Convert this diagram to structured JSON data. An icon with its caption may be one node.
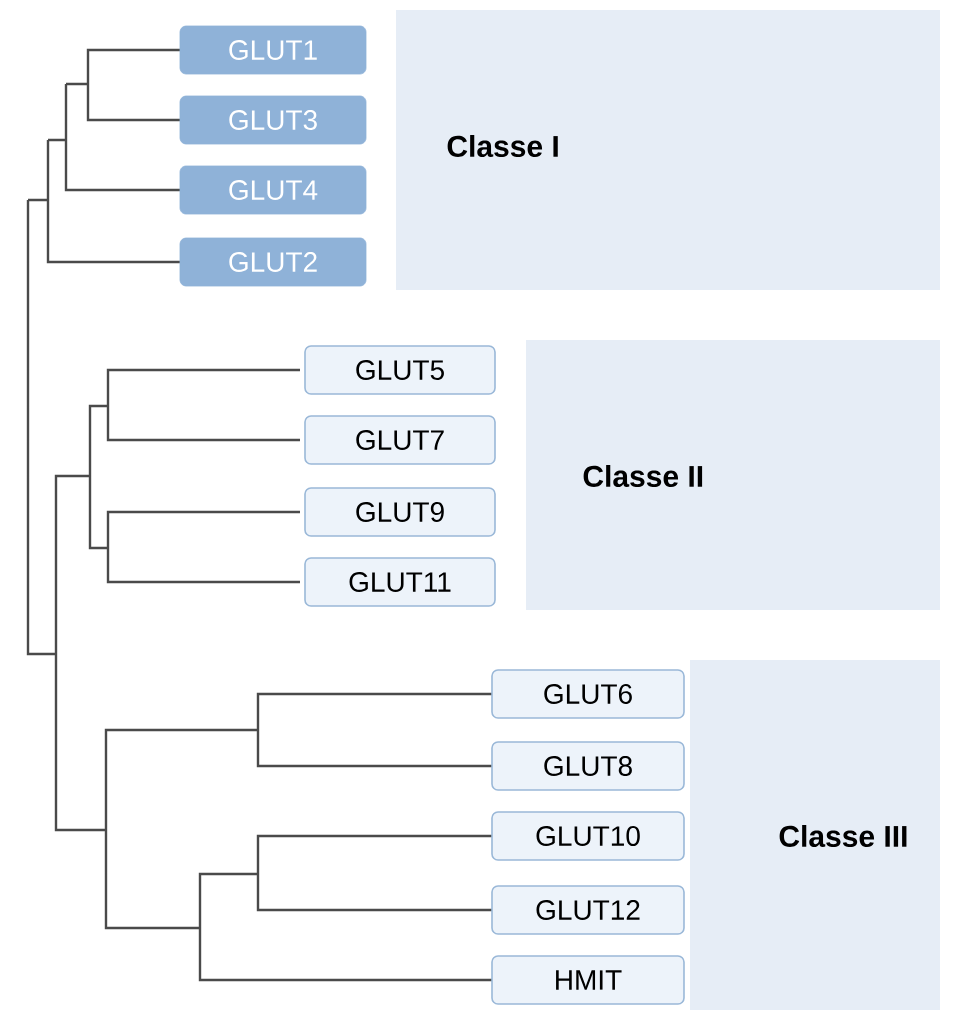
{
  "diagram": {
    "nodes": [
      {
        "text": [
          "GLUT1"
        ]
      },
      {
        "text": [
          "GLUT3"
        ]
      },
      {
        "text": [
          "GLUT4"
        ]
      },
      {
        "text": [
          "GLUT2"
        ]
      },
      {
        "text": [
          "Classe I"
        ]
      },
      {
        "text": [
          "GLUT5"
        ]
      },
      {
        "text": [
          "GLUT7"
        ]
      },
      {
        "text": [
          "GLUT9"
        ]
      },
      {
        "text": [
          "GLUT11"
        ]
      },
      {
        "text": [
          "Classe II"
        ]
      },
      {
        "text": [
          "GLUT6"
        ]
      },
      {
        "text": [
          "GLUT8"
        ]
      },
      {
        "text": [
          "GLUT10"
        ]
      },
      {
        "text": [
          "GLUT12"
        ]
      },
      {
        "text": [
          "HMIT"
        ]
      },
      {
        "text": [
          "Classe III"
        ]
      }
    ]
  }
}
